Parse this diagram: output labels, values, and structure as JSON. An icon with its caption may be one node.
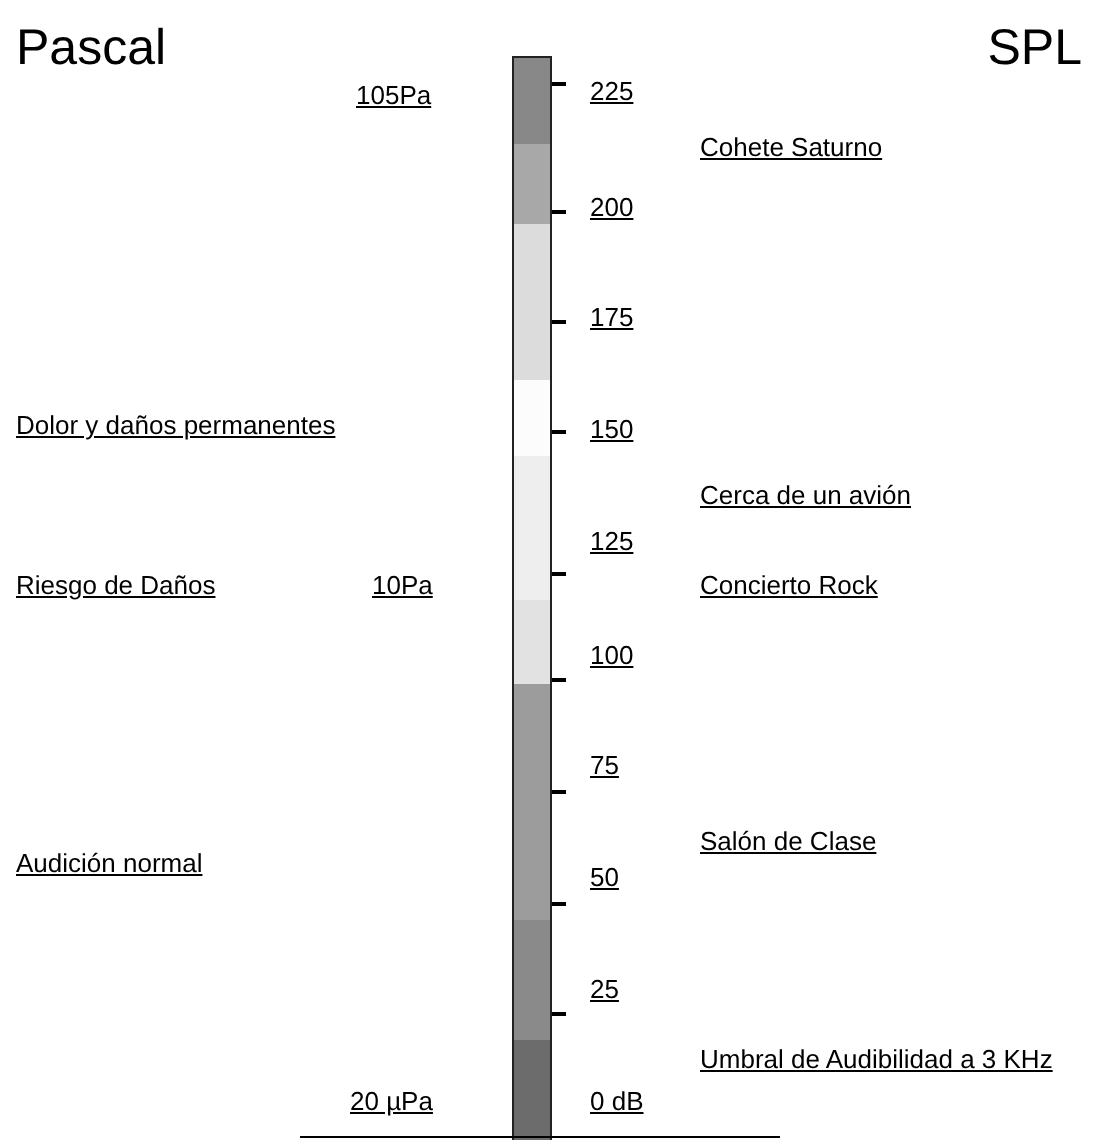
{
  "diagram": {
    "labels": [
      "Pascal",
      "SPL",
      "105Pa",
      "225",
      "Cohete Saturno",
      "200",
      "175",
      "Dolor y daños permanentes",
      "150",
      "Cerca de un avión",
      "125",
      "Riesgo de Daños",
      "10Pa",
      "Concierto Rock",
      "100",
      "75",
      "Audición normal",
      "Salón de Clase",
      "50",
      "25",
      "Umbral de Audibilidad a 3 KHz",
      "20 µPa",
      "0 dB"
    ]
  }
}
